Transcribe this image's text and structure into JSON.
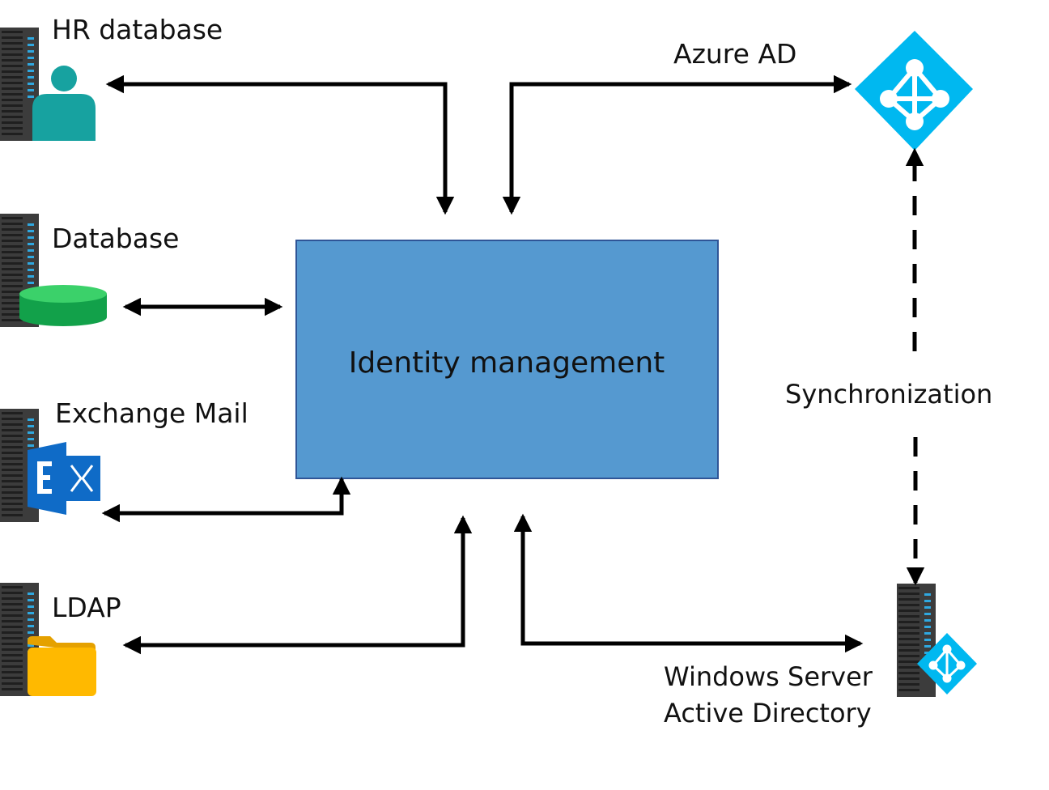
{
  "center": {
    "label": "Identity management"
  },
  "systems": {
    "hr": {
      "label": "HR database"
    },
    "database": {
      "label": "Database"
    },
    "exchange": {
      "label": "Exchange Mail"
    },
    "ldap": {
      "label": "LDAP"
    },
    "azure": {
      "label": "Azure AD"
    },
    "windows": {
      "line1": "Windows Server",
      "line2": "Active Directory"
    }
  },
  "sync": {
    "label": "Synchronization"
  },
  "icons": {
    "hr": "person-icon",
    "database": "database-cylinder-icon",
    "exchange": "exchange-icon",
    "ldap": "folder-icon",
    "azure": "azure-ad-icon",
    "windows": "active-directory-icon"
  },
  "colors": {
    "box_fill": "#5599D0",
    "box_stroke": "#2F5597",
    "server": "#3C3C3C",
    "server_led": "#2FA8E0",
    "person": "#17A2A0",
    "database": "#22B24C",
    "exchange": "#0F6BC7",
    "folder": "#FFB900",
    "azure": "#00B8F0",
    "arrow": "#000000"
  }
}
